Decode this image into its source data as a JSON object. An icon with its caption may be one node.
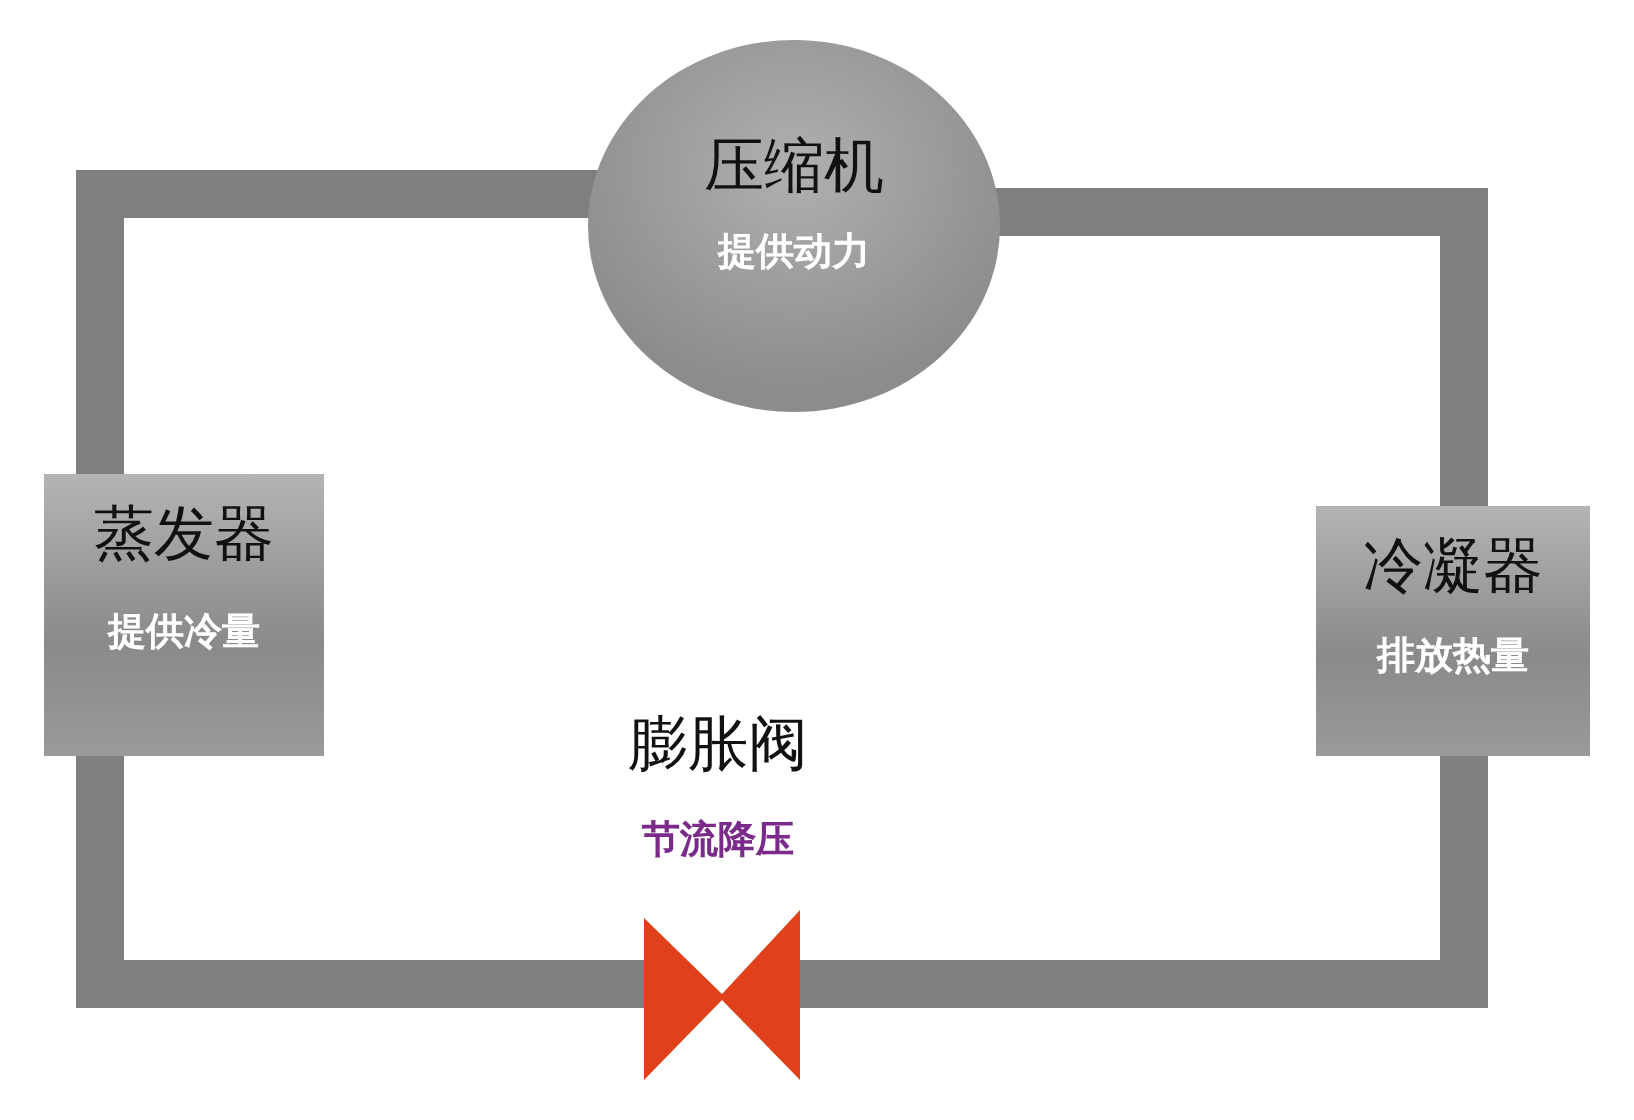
{
  "diagram": {
    "nodes": [
      {
        "text": [
          "压缩机",
          "提供动力"
        ]
      },
      {
        "text": [
          "冷凝器",
          "排放热量"
        ]
      },
      {
        "text": [],
        "shape": "valve",
        "beside": [
          "膨胀阀",
          "节流降压"
        ]
      },
      {
        "text": [
          "蒸发器",
          "提供冷量"
        ]
      }
    ],
    "edges": [
      {
        "from": 0,
        "to": 1,
        "arrow": "none"
      },
      {
        "from": 1,
        "to": 2,
        "arrow": "none"
      },
      {
        "from": 2,
        "to": 3,
        "arrow": "none"
      },
      {
        "from": 3,
        "to": 0,
        "arrow": "none"
      }
    ]
  }
}
